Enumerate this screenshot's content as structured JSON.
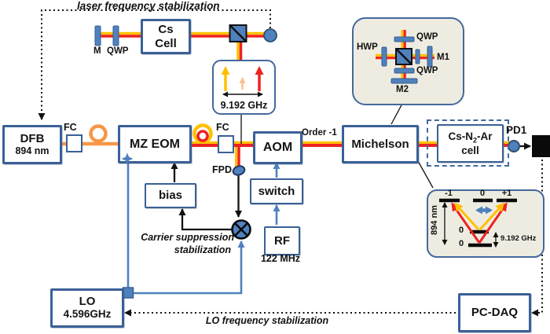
{
  "loops": {
    "laser": "laser frequency stabilization",
    "lo": "LO frequency stabilization",
    "carrier_line1": "Carrier suppression",
    "carrier_line2": "stabilization"
  },
  "top_section": {
    "mirror": "M",
    "qwp": "QWP",
    "cs_cell_line1": "Cs",
    "cs_cell_line2": "Cell",
    "spectrum_freq": "9.192 GHz"
  },
  "boxes": {
    "dfb_line1": "DFB",
    "dfb_line2": "894 nm",
    "fc1": "FC",
    "fc2": "FC",
    "mzeom": "MZ EOM",
    "aom": "AOM",
    "order": "Order -1",
    "michelson": "Michelson",
    "cell_pre": "Cs-N",
    "cell_sub": "2",
    "cell_post": "-Ar",
    "cell_line2": "cell",
    "pd1": "PD1",
    "fpd": "FPD",
    "bias": "bias",
    "switch": "switch",
    "rf": "RF",
    "rf_freq": "122 MHz",
    "lo_line1": "LO",
    "lo_line2": "4.596GHz",
    "pcdaq": "PC-DAQ"
  },
  "inset_michelson": {
    "hwp": "HWP",
    "qwp_top": "QWP",
    "m1": "M1",
    "qwp_bottom": "QWP",
    "m2": "M2"
  },
  "inset_levels": {
    "m_minus": "-1",
    "m_zero": "0",
    "m_plus": "+1",
    "wavelength": "894 nm",
    "upper_zero": "0",
    "ground_zero": "0",
    "splitting": "9.192 GHz"
  },
  "colors": {
    "box_border": "#3A6096",
    "inset_bg": "#EEECE1",
    "inset_border": "#44689D",
    "signal_blue": "#4F81BD",
    "fiber_orange": "#F79646",
    "beam_yellow": "#FFC000",
    "beam_red": "#EE2222",
    "line_black": "#111111"
  }
}
